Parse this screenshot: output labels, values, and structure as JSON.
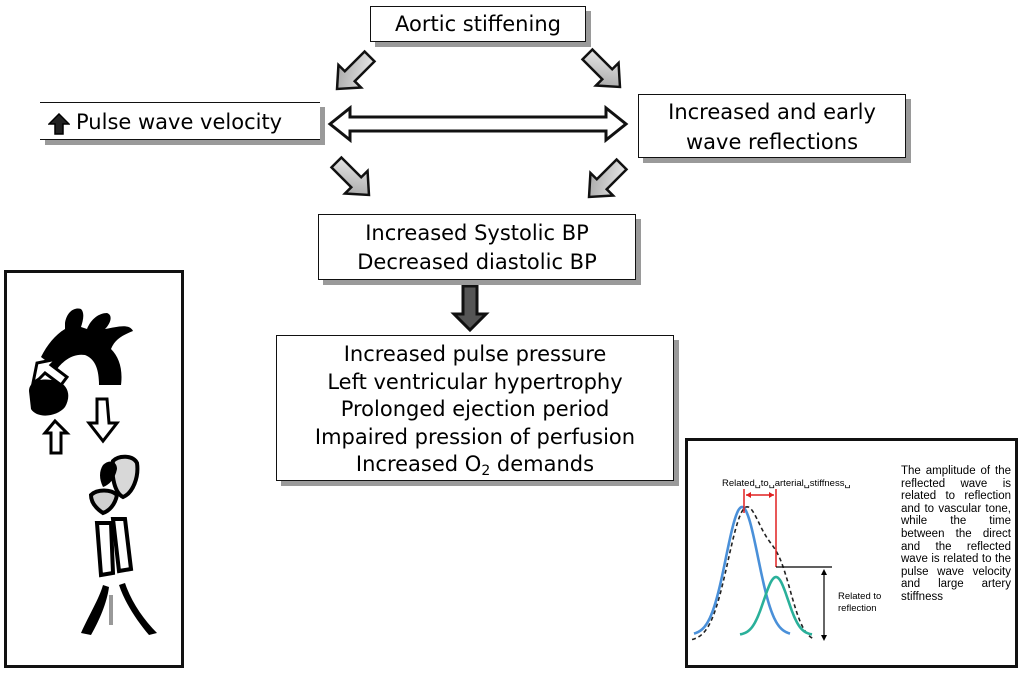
{
  "nodes": {
    "aortic_stiffening": "Aortic stiffening",
    "pulse_wave_velocity": "Pulse wave velocity",
    "reflections": [
      "Increased and early",
      "wave reflections"
    ],
    "blood_pressure": [
      "Increased Systolic BP",
      "Decreased diastolic BP"
    ],
    "consequences": [
      "Increased pulse pressure",
      "Left ventricular hypertrophy",
      "Prolonged ejection period",
      "Impaired pression of perfusion",
      "Increased O"
    ],
    "o2_subscript": "2",
    "o2_suffix": " demands"
  },
  "wave_inset": {
    "top_label": "Related␣to␣arterial␣stiffness␣",
    "reflection_label": [
      "Related to",
      "reflection"
    ],
    "description": "The amplitude of the reflected wave is related to reflection and to vascular tone, while the time between the direct and the reflected wave is related to the pulse wave velocity and large artery stiffness",
    "colors": {
      "direct_wave": "#4a90d9",
      "reflected_wave": "#2ab09a",
      "sum_wave": "#222222",
      "marker": "#e02020"
    }
  },
  "colors": {
    "box_shadow": "#9a9a9a",
    "arrow_fill": "#c8c8c8",
    "arrow_stroke": "#111111"
  }
}
